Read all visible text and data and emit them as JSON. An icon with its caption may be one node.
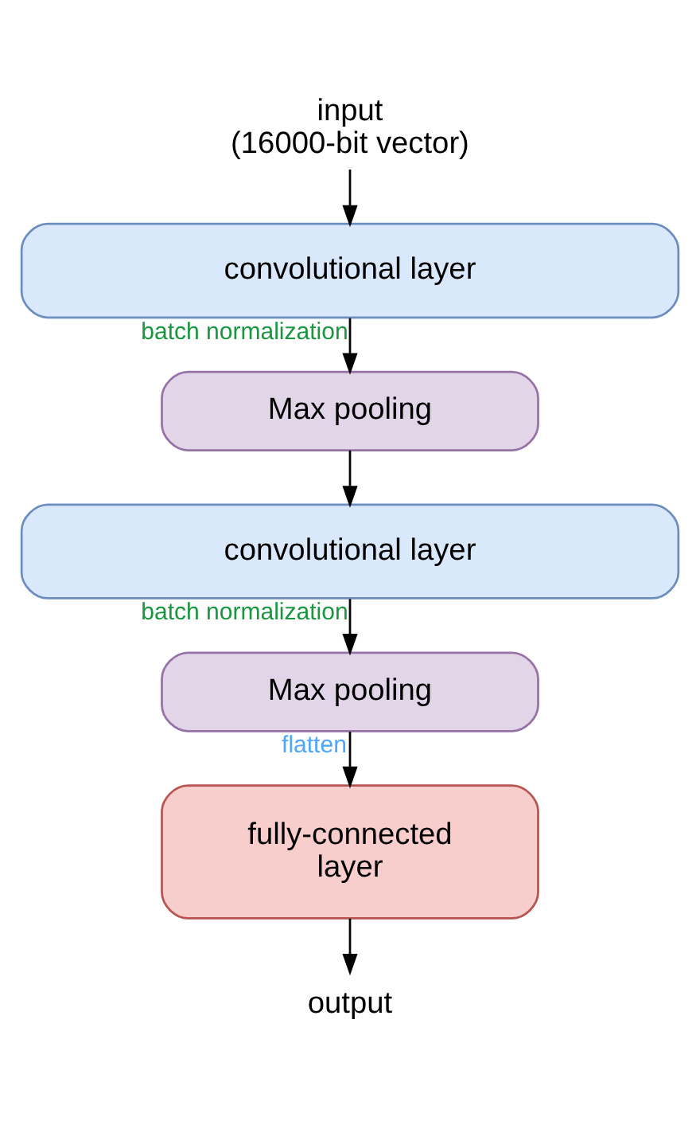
{
  "diagram": {
    "nodes": [
      {
        "text": [
          "input (16000-bit vector)"
        ]
      },
      {
        "text": [
          "convolutional layer"
        ]
      },
      {
        "text": [
          "Max pooling"
        ]
      },
      {
        "text": [
          "convolutional layer"
        ]
      },
      {
        "text": [
          "Max pooling"
        ]
      },
      {
        "text": [
          "fully-connected layer"
        ]
      },
      {
        "text": [
          "output"
        ]
      }
    ],
    "edges": [
      {
        "from": 0,
        "to": 1,
        "arrow": "to"
      },
      {
        "from": 1,
        "to": 2,
        "arrow": "to",
        "label": "batch normalization"
      },
      {
        "from": 2,
        "to": 3,
        "arrow": "to"
      },
      {
        "from": 3,
        "to": 4,
        "arrow": "to",
        "label": "batch normalization"
      },
      {
        "from": 4,
        "to": 5,
        "arrow": "to",
        "label": "flatten"
      },
      {
        "from": 5,
        "to": 6,
        "arrow": "to"
      }
    ]
  }
}
